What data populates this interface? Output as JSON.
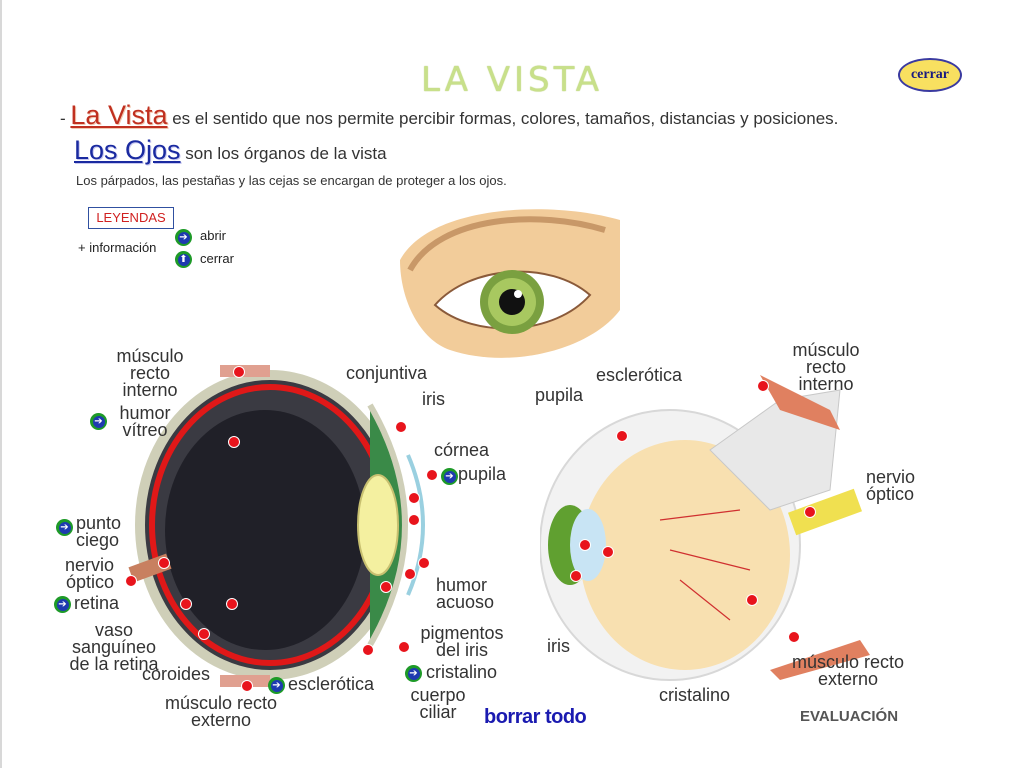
{
  "header": {
    "title": "LA VISTA",
    "close_label": "cerrar"
  },
  "intro": {
    "dash": "-",
    "vista_term": "La Vista",
    "vista_text": "es el sentido que nos permite percibir formas, colores, tamaños, distancias y posiciones.",
    "ojos_term": "Los Ojos",
    "ojos_text": "son los órganos de la vista",
    "protect_text": "Los párpados, las pestañas y las cejas se encargan de proteger a los ojos."
  },
  "legend": {
    "title": "LEYENDAS",
    "info": "+ información",
    "open": "abrir",
    "close": "cerrar"
  },
  "left_labels": {
    "musculo_recto_interno": "músculo\nrecto\ninterno",
    "humor_vitreo": "humor\nvítreo",
    "conjuntiva": "conjuntiva",
    "iris": "iris",
    "cornea": "córnea",
    "pupila": "pupila",
    "punto_ciego": "punto\nciego",
    "nervio_optico": "nervio\nóptico",
    "retina": "retina",
    "vaso_sanguineo": "vaso\nsanguíneo\nde la retina",
    "coroides": "coroides",
    "musculo_recto_externo": "músculo recto\nexterno",
    "esclerotica": "esclerótica",
    "humor_acuoso": "humor\nacuoso",
    "pigmentos": "pigmentos\ndel iris",
    "cristalino": "cristalino",
    "cuerpo_ciliar": "cuerpo\nciliar"
  },
  "right_labels": {
    "esclerotica": "esclerótica",
    "pupila": "pupila",
    "musculo_recto_interno": "músculo\nrecto\ninterno",
    "nervio_optico": "nervio\nóptico",
    "iris": "iris",
    "musculo_recto_externo": "músculo recto\nexterno",
    "cristalino": "cristalino"
  },
  "footer": {
    "borrar": "borrar todo",
    "evaluacion": "EVALUACIÓN"
  },
  "colors": {
    "title": "#c8e08a",
    "marker": "#e8141c",
    "arrow_outer": "#1e9a28",
    "arrow_inner": "#1e3ab0"
  }
}
